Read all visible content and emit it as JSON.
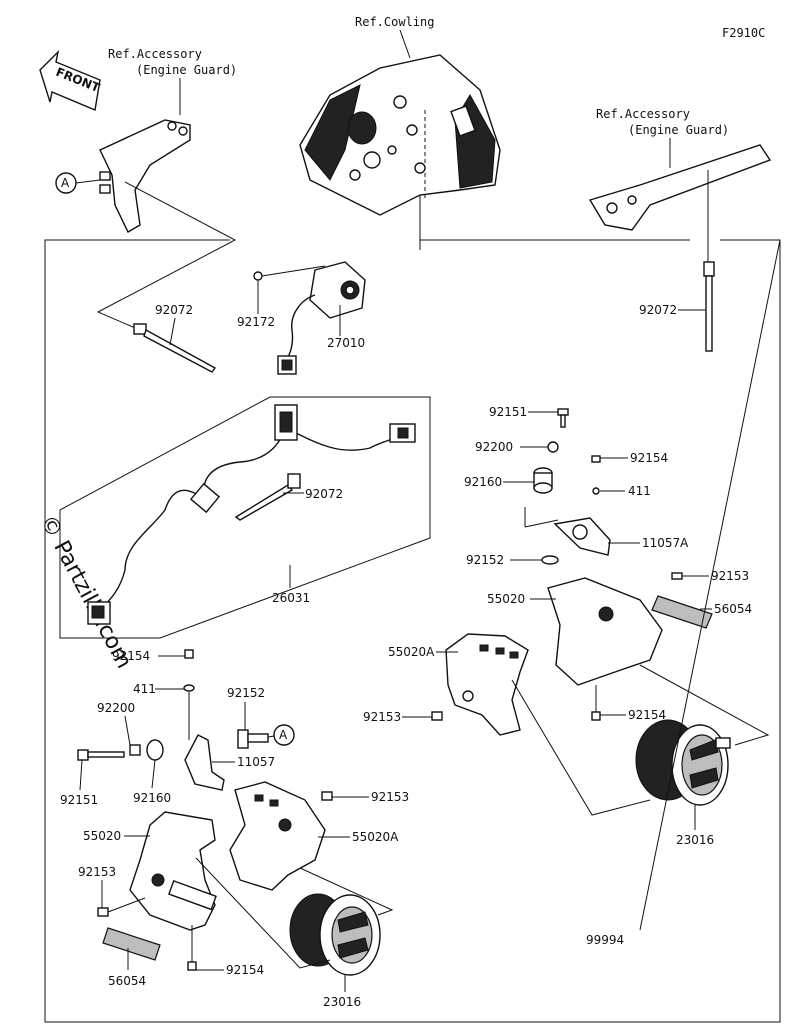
{
  "figure_code": "F2910C",
  "watermark": "© Partzilla.com",
  "front_arrow_label": "FRONT",
  "references": {
    "cowling": "Ref.Cowling",
    "engine_guard_left_line1": "Ref.Accessory",
    "engine_guard_left_line2": "(Engine Guard)",
    "engine_guard_right_line1": "Ref.Accessory",
    "engine_guard_right_line2": "(Engine Guard)"
  },
  "callout_markers": {
    "upper_left": "A",
    "lower_left": "A"
  },
  "parts": {
    "p_92072_left": "92072",
    "p_92172": "92172",
    "p_27010": "27010",
    "p_92072_right": "92072",
    "p_92072_center": "92072",
    "p_26031": "26031",
    "p_92151_upper": "92151",
    "p_92200_upper": "92200",
    "p_92160_upper": "92160",
    "p_92154_upper": "92154",
    "p_411_upper": "411",
    "p_11057A": "11057A",
    "p_92152_upper": "92152",
    "p_92153_upper_right": "92153",
    "p_55020_right": "55020",
    "p_56054_right": "56054",
    "p_55020A_right": "55020A",
    "p_92153_mid": "92153",
    "p_92154_right": "92154",
    "p_23016_right": "23016",
    "p_92154_left": "92154",
    "p_411_left": "411",
    "p_92152_left": "92152",
    "p_92200_left": "92200",
    "p_11057": "11057",
    "p_92151_left": "92151",
    "p_92160_left": "92160",
    "p_92153_lower": "92153",
    "p_55020_left": "55020",
    "p_55020A_left": "55020A",
    "p_92153_bottom_left": "92153",
    "p_56054_left": "56054",
    "p_92154_bottom": "92154",
    "p_23016_left": "23016",
    "p_99994": "99994"
  }
}
